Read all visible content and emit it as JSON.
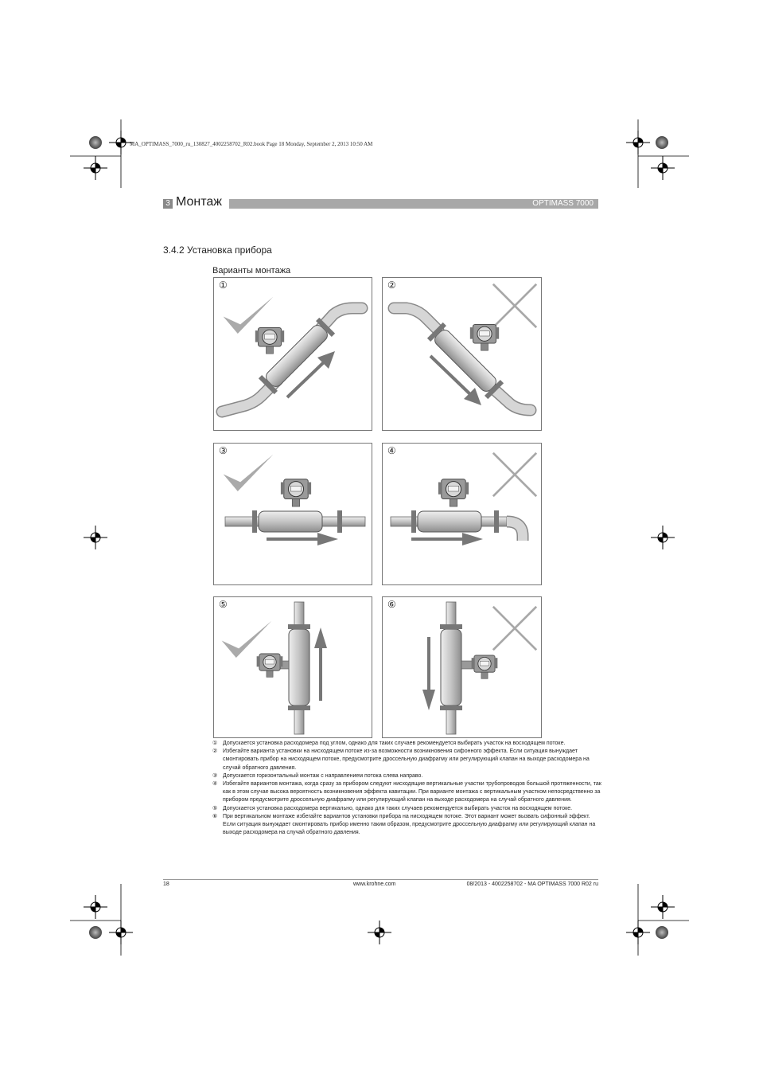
{
  "book_line": "MA_OPTIMASS_7000_ru_130827_4002258702_R02.book  Page 18  Monday, September 2, 2013  10:50 AM",
  "header": {
    "chapter_number": "3",
    "chapter_title": "Монтаж",
    "product": "OPTIMASS 7000"
  },
  "section": {
    "title": "3.4.2  Установка прибора"
  },
  "figure": {
    "caption": "Варианты монтажа",
    "panels": [
      {
        "marker": "①",
        "verdict": "allowed",
        "orientation": "inclined-upward"
      },
      {
        "marker": "②",
        "verdict": "not-allowed",
        "orientation": "inclined-downward"
      },
      {
        "marker": "③",
        "verdict": "allowed",
        "orientation": "horizontal"
      },
      {
        "marker": "④",
        "verdict": "not-allowed",
        "orientation": "horizontal-with-downpipe"
      },
      {
        "marker": "⑤",
        "verdict": "allowed",
        "orientation": "vertical-upward"
      },
      {
        "marker": "⑥",
        "verdict": "not-allowed",
        "orientation": "vertical-downward"
      }
    ],
    "icons": {
      "allowed": "check-mark-icon",
      "not_allowed": "cross-mark-icon",
      "flow": "flow-arrow-icon"
    }
  },
  "notes": [
    {
      "marker": "①",
      "text": "Допускается установка расходомера под углом, однако для таких случаев рекомендуется выбирать участок на восходящем потоке."
    },
    {
      "marker": "②",
      "text": "Избегайте варианта установки на нисходящем потоке из-за возможности возникновения сифонного эффекта. Если ситуация вынуждает смонтировать прибор на нисходящем потоке, предусмотрите дроссельную диафрагму или регулирующий клапан на выходе расходомера на случай обратного давления."
    },
    {
      "marker": "③",
      "text": "Допускается горизонтальный монтаж с направлением потока слева направо."
    },
    {
      "marker": "④",
      "text": "Избегайте вариантов монтажа, когда сразу за прибором следуют нисходящие вертикальные участки трубопроводов большой протяженности, так как в этом случае высока вероятность возникновения эффекта кавитации. При варианте монтажа с вертикальным участком непосредственно за прибором предусмотрите дроссельную диафрагму или регулирующий клапан на выходе расходомера на случай обратного давления."
    },
    {
      "marker": "⑤",
      "text": "Допускается установка расходомера вертикально, однако для таких случаев рекомендуется выбирать участок на восходящем потоке."
    },
    {
      "marker": "⑥",
      "text": "При вертикальном монтаже избегайте вариантов установки прибора на нисходящем потоке. Этот вариант может вызвать сифонный эффект. Если ситуация вынуждает смонтировать прибор именно таким образом, предусмотрите дроссельную диафрагму или регулирующий клапан на выходе расходомера на случай обратного давления."
    }
  ],
  "footer": {
    "page_number": "18",
    "website": "www.krohne.com",
    "doc_ref": "08/2013 - 4002258702 - MA OPTIMASS 7000 R02 ru"
  },
  "colors": {
    "header_bar": "#a8a8a8",
    "pipe": "#c8c8c8",
    "arrow": "#777777",
    "mark": "#aaaaaa"
  }
}
